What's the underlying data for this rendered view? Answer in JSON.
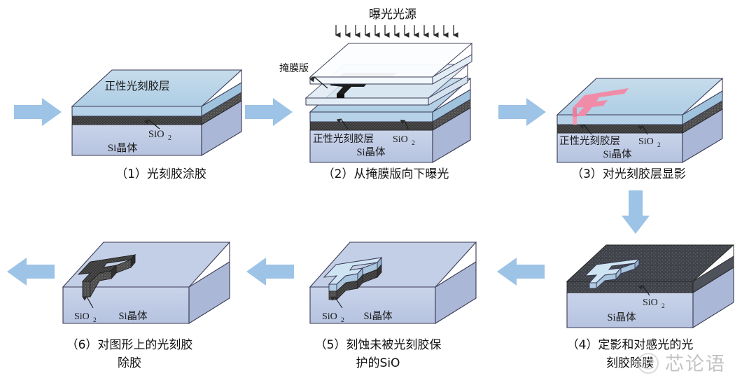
{
  "diagram": {
    "title_text": "曝光光源",
    "mask_label": "掩膜版",
    "arrow_count": 13,
    "colors": {
      "flow_arrow": "#9dc3e6",
      "resist_top": "#bcd6ea",
      "resist_side": "#a9c8e0",
      "substrate_top": "#c3cfe6",
      "substrate_front": "#bcc8e2",
      "substrate_side": "#aab7d6",
      "oxide_dark": "#3a3a3a",
      "oxide_light": "#555555",
      "pattern_pink": "#f08ca8",
      "mask_black": "#1d1d1d",
      "glass_plate": "#e9f2f8",
      "outline": "#2b2b44",
      "watermark": "#b9b9b9",
      "background": "#ffffff"
    },
    "labels": {
      "resist": "正性光刻胶层",
      "oxide": "SiO",
      "oxide_sub": "2",
      "substrate": "Si晶体"
    }
  },
  "steps": [
    {
      "id": 1,
      "caption_line1": "（1）光刻胶涂胶",
      "caption_line2": "",
      "labels": {
        "resist": "正性光刻胶层",
        "oxide": "SiO",
        "oxide_sub": "2",
        "substrate": "Si晶体"
      }
    },
    {
      "id": 2,
      "caption_line1": "（2）从掩膜版向下曝光",
      "caption_line2": "",
      "source_label": "曝光光源",
      "mask_label": "掩膜版",
      "labels": {
        "resist": "正性光刻胶层",
        "oxide": "SiO",
        "oxide_sub": "2",
        "substrate": "Si晶体"
      }
    },
    {
      "id": 3,
      "caption_line1": "（3）对光刻胶层显影",
      "caption_line2": "",
      "labels": {
        "resist": "正性光刻胶层",
        "oxide": "SiO",
        "oxide_sub": "2",
        "substrate": "Si晶体"
      }
    },
    {
      "id": 4,
      "caption_line1": "（4）定影和对感光的光",
      "caption_line2": "刻胶除膜",
      "labels": {
        "oxide": "SiO",
        "oxide_sub": "2",
        "substrate": "Si晶体"
      }
    },
    {
      "id": 5,
      "caption_line1": "（5）刻蚀未被光刻胶保",
      "caption_line2": "护的SiO",
      "labels": {
        "oxide": "SiO",
        "oxide_sub": "2",
        "substrate": "Si晶体"
      }
    },
    {
      "id": 6,
      "caption_line1": "（6）对图形上的光刻胶",
      "caption_line2": "除胶",
      "labels": {
        "oxide": "SiO",
        "oxide_sub": "2",
        "substrate": "Si晶体"
      }
    }
  ],
  "flow": {
    "arrow_1_to_2": "arrow-right",
    "arrow_2_to_3": "arrow-right",
    "arrow_3_to_4": "arrow-down",
    "arrow_4_to_5": "arrow-left",
    "arrow_5_to_6": "arrow-left",
    "arrow_in": "arrow-right",
    "arrow_out": "arrow-left"
  },
  "watermark": {
    "text": "芯论语"
  }
}
